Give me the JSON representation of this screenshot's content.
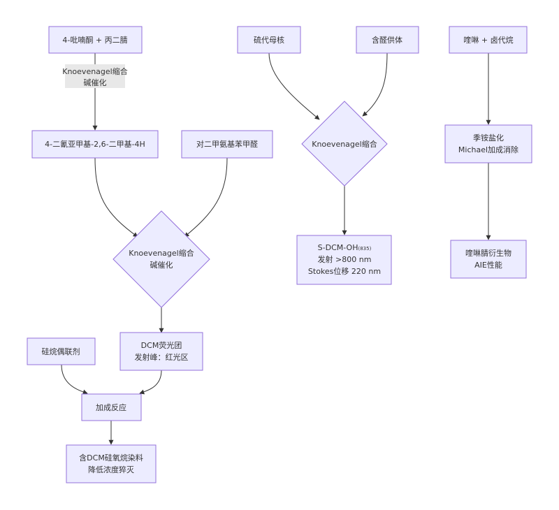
{
  "nodes": {
    "pyranone": "4-吡喃酮 + 丙二腈",
    "dcm_core": "4-二氰亚甲基-2,6-二甲基-4H",
    "aldehyde": "对二甲氨基苯甲醛",
    "knoev1": [
      "Knoevenagel缩合",
      "碱催化"
    ],
    "dcm": [
      "DCM荧光团",
      "发射峰：红光区"
    ],
    "silane": "硅烷偶联剂",
    "addition": "加成反应",
    "final": [
      "含DCM硅氧烷染料",
      "降低浓度猝灭"
    ],
    "thio_core": "硫代母核",
    "aldehyde_donor": "含醛供体",
    "knoev2": "Knoevenagel缩合",
    "sdcm_title": "S-DCM-OH",
    "sdcm_sub": "(835)",
    "sdcm_lines": [
      "发射 >800 nm",
      "Stokes位移 220 nm"
    ],
    "quinoline": "喹啉 + 卤代烷",
    "quat": [
      "季铵盐化",
      "Michael加成消除"
    ],
    "aie": [
      "喹啉腈衍生物",
      "AIE性能"
    ]
  },
  "edge_labels": {
    "pyranone_to_dcm_core": [
      "Knoevenagel缩合",
      "碱催化"
    ]
  },
  "colors": {
    "node_fill": "#ECECFF",
    "node_stroke": "#9370DB",
    "edge": "#333333",
    "label_bg": "#E8E8E8",
    "text": "#333333"
  }
}
